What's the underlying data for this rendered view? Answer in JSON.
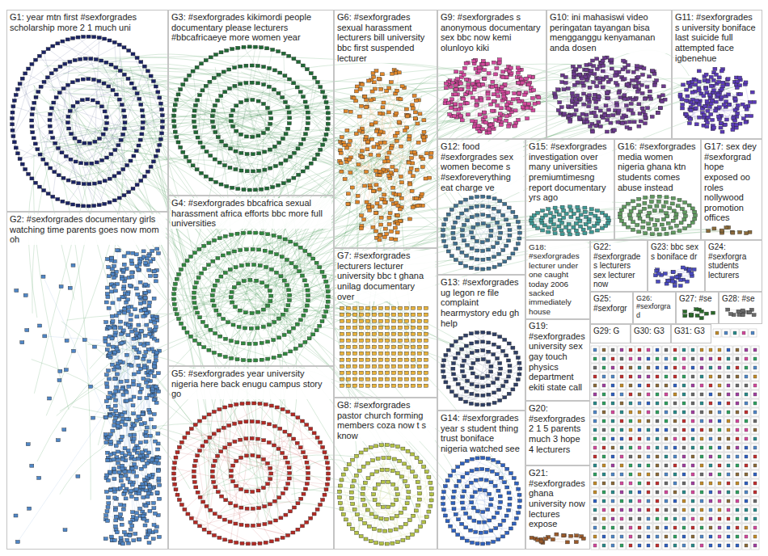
{
  "diagram": {
    "nodes": [
      {
        "text": [
          "G1: year mtn first #sexforgrades scholarship more 2 1 much uni"
        ]
      },
      {
        "text": [
          "G2: #sexforgrades documentary girls watching time parents goes now mom oh"
        ]
      },
      {
        "text": [
          "G3: #sexforgrades kikimordi people documentary please lecturers #bbcafricaeye more women year"
        ]
      },
      {
        "text": [
          "G4: #sexforgrades bbcafrica sexual harassment africa efforts bbc more full universities"
        ]
      },
      {
        "text": [
          "G5: #sexforgrades year university nigeria here back enugu campus story go"
        ]
      },
      {
        "text": [
          "G6: #sexforgrades sexual harassment lecturers bill university bbc first suspended lecturer"
        ]
      },
      {
        "text": [
          "G7: #sexforgrades lecturers lecturer university bbc t ghana unilag documentary over"
        ]
      },
      {
        "text": [
          "G8: #sexforgrades pastor church forming members coza now t s know"
        ]
      },
      {
        "text": [
          "G9: #sexforgrades s anonymous documentary sex bbc now kemi olunloyo kiki"
        ]
      },
      {
        "text": [
          "G10: ini mahasiswi video peringatan tayangan bisa mengganggu kenyamanan anda dosen"
        ]
      },
      {
        "text": [
          "G11: #sexforgrades s university boniface last suicide full attempted face igbenehue"
        ]
      },
      {
        "text": [
          "G12: food #sexforgrades sex women become s #sexforeverything eat charge ve"
        ]
      },
      {
        "text": [
          "G13: #sexforgrades ug legon re file complaint hearmystory edu gh help"
        ]
      },
      {
        "text": [
          "G14: #sexforgrades year s student thing trust boniface nigeria watched see"
        ]
      },
      {
        "text": [
          "G15: #sexforgrades investigation over many universities premiumtimesng report documentary yrs ago"
        ]
      },
      {
        "text": [
          "G16: #sexforgrades media women nigeria ghana ktn students comes abuse instead"
        ]
      },
      {
        "text": [
          "G17: sex dey #sexforgrad hope exposed oo roles nollywood promotion offices"
        ]
      },
      {
        "text": [
          "G18: #sexforgrades lecturer under one caught today 2006 sacked immediately house"
        ]
      },
      {
        "text": [
          "G19: #sexforgrades university sex gay touch physics department ekiti state call"
        ]
      },
      {
        "text": [
          "G20: #sexforgrades 2 1 5 parents much 3 hope 4 lecturers"
        ]
      },
      {
        "text": [
          "G21: #sexforgrades ghana university now lectures expose"
        ]
      },
      {
        "text": [
          "G22: #sexforgrades lecturers sex lecturer now"
        ]
      },
      {
        "text": [
          "G23: bbc sex s boniface dr"
        ]
      },
      {
        "text": [
          "G24: #sexforgra students lecturers"
        ]
      },
      {
        "text": [
          "G25: #sexforgr"
        ]
      },
      {
        "text": [
          "G26: #sexforgrad"
        ]
      },
      {
        "text": [
          "G27: #se"
        ]
      },
      {
        "text": [
          "G28: #se"
        ]
      },
      {
        "text": [
          "G29: G"
        ]
      },
      {
        "text": [
          "G30: G3"
        ]
      },
      {
        "text": [
          "G31: G3"
        ]
      }
    ]
  }
}
